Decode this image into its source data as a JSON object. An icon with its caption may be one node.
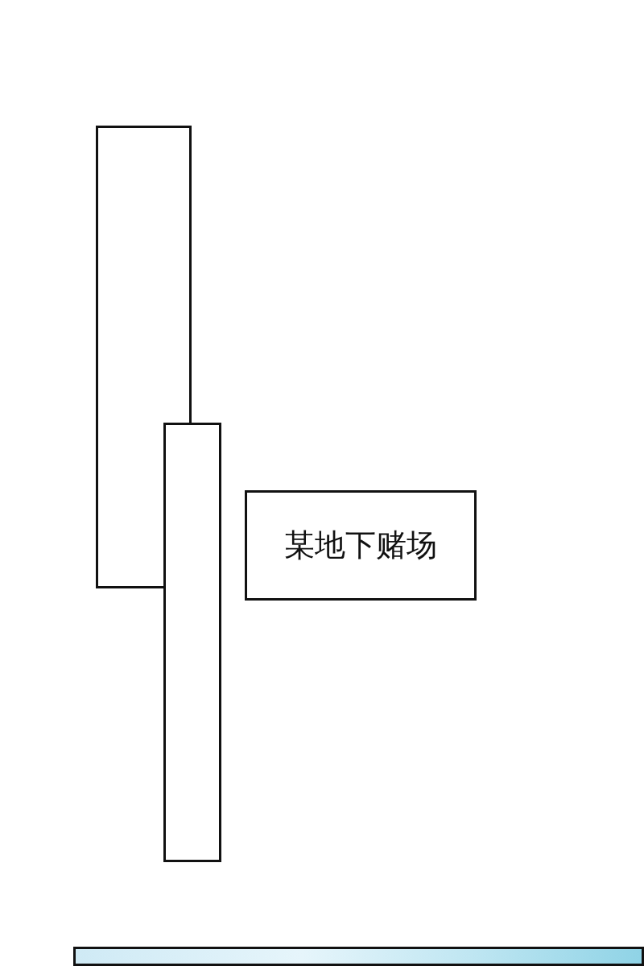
{
  "diagram": {
    "nodes": [
      {
        "text": [],
        "shape": "box"
      },
      {
        "text": [],
        "shape": "box"
      },
      {
        "text": [
          "某地下赌场"
        ]
      },
      {
        "text": [],
        "shape": "box"
      }
    ]
  }
}
